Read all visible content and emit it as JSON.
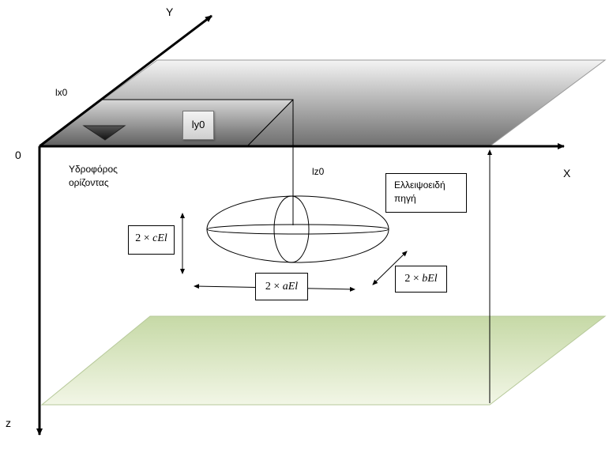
{
  "axes": {
    "x_label": "X",
    "y_label": "Y",
    "z_label": "z",
    "origin_label": "0"
  },
  "labels": {
    "lx0": "lx0",
    "ly0": "ly0",
    "lz0": "lz0"
  },
  "boxes": {
    "aquifer_lines": [
      "Υδροφόρος",
      "ορίζοντας"
    ],
    "source_lines": [
      "Ελλειψοειδή",
      "πηγή"
    ],
    "c_dim": {
      "factor": "2",
      "op": "×",
      "var": "cEl"
    },
    "a_dim": {
      "factor": "2",
      "op": "×",
      "var": "aEl"
    },
    "b_dim": {
      "factor": "2",
      "op": "×",
      "var": "bEl"
    }
  },
  "colors": {
    "top_plane_light": "#f4f4f4",
    "top_plane_dark": "#6f6f6f",
    "bottom_plane_light": "#f2f6e6",
    "bottom_plane_dark": "#c6d9a6",
    "ink": "#000000"
  }
}
